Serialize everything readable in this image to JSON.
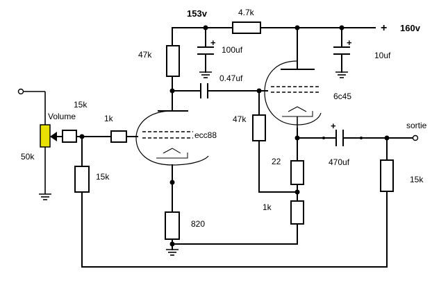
{
  "labels": {
    "v153": "153v",
    "r4k7": "4.7k",
    "plus_rail": "+",
    "v160": "160v",
    "r47k_top": "47k",
    "c100uf": "100uf",
    "c10uf": "10uf",
    "c047uf": "0.47uf",
    "tube_6c45": "6c45",
    "r47k_mid": "47k",
    "volume": "Volume",
    "r15k_in": "15k",
    "r1k_grid": "1k",
    "tube_ecc88": "ecc88",
    "pot_50k": "50k",
    "r15k_left": "15k",
    "r22": "22",
    "c470uf": "470uf",
    "out_label": "sortie",
    "r15k_right": "15k",
    "r1k_fb": "1k",
    "r820": "820",
    "cap_plus_1": "+",
    "cap_plus_2": "+",
    "cap_plus_3": "+"
  },
  "colors": {
    "wire": "#000000",
    "potentiometer": "#e8e000",
    "background": "#ffffff"
  }
}
